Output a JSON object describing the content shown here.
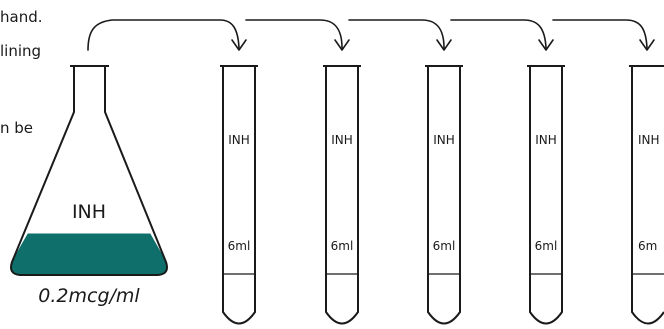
{
  "text_fragments": [
    "hand.",
    "lining",
    "n be"
  ],
  "flask": {
    "label": "INH",
    "concentration": "0.2mcg/ml",
    "liquid_color": "#0f6f6a"
  },
  "tubes": [
    {
      "label": "INH",
      "volume": "6ml"
    },
    {
      "label": "INH",
      "volume": "6ml"
    },
    {
      "label": "INH",
      "volume": "6ml"
    },
    {
      "label": "INH",
      "volume": "6ml"
    },
    {
      "label": "INH",
      "volume": "6m"
    }
  ]
}
